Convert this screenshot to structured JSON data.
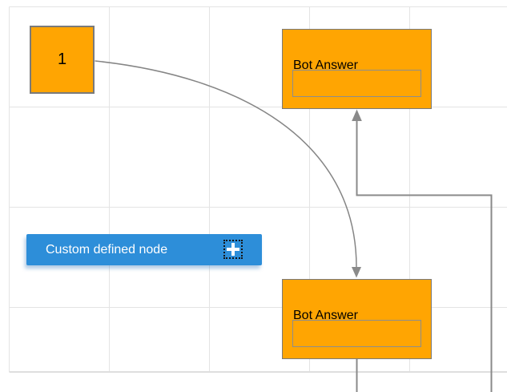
{
  "app": {
    "view": "diagram-canvas"
  },
  "colors": {
    "node_fill": "#ffa502",
    "node_border": "#7a7a7a",
    "accent_blue": "#2d8ed9",
    "connector_gray": "#8a8a8a",
    "grid_line": "#e4e4e4",
    "label_dark": "#000000",
    "label_light": "#ffffff"
  },
  "nodes": {
    "start": {
      "label": "1",
      "shape": "square"
    },
    "bot_answer_top": {
      "title": "Bot Answer",
      "input_value": ""
    },
    "bot_answer_bottom": {
      "title": "Bot Answer",
      "input_value": ""
    },
    "custom": {
      "label": "Custom defined node",
      "action_icon": "plus-icon"
    }
  },
  "connectors": [
    {
      "from": "start",
      "to": "bot_answer_bottom",
      "style": "curved",
      "arrow": "down"
    },
    {
      "from": "bot_answer_bottom",
      "to": "bot_answer_top",
      "style": "orthogonal",
      "arrow": "up"
    }
  ]
}
